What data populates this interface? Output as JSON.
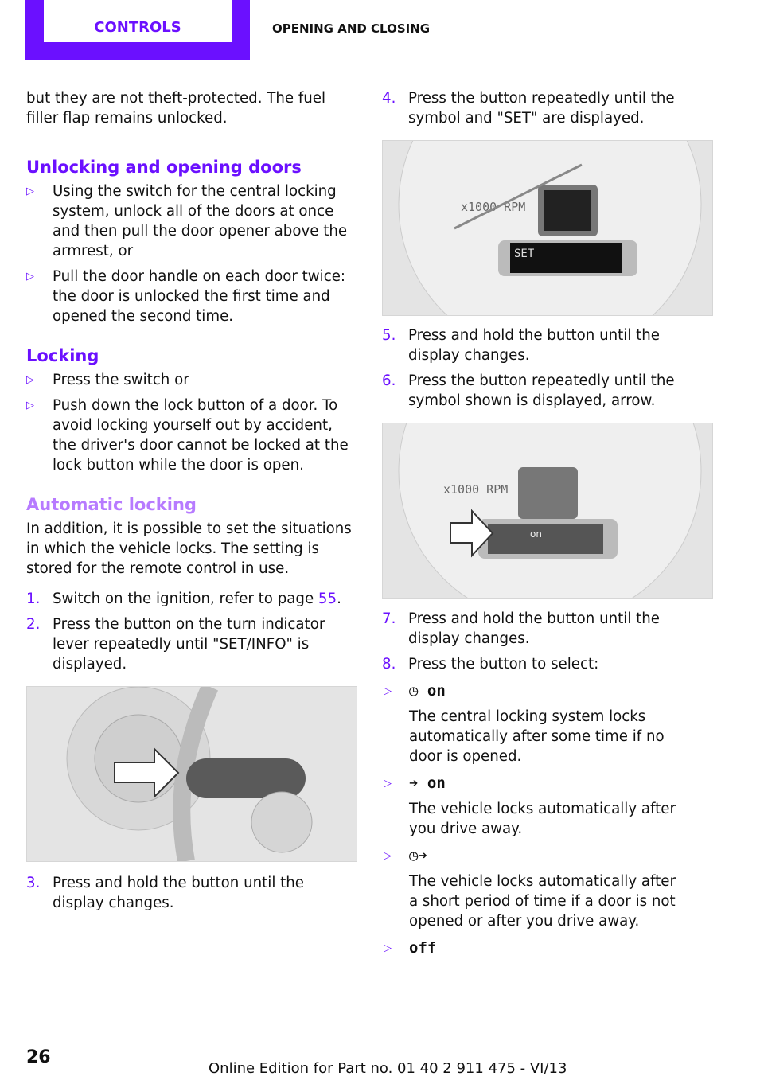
{
  "header": {
    "tab": "CONTROLS",
    "section": "OPENING AND CLOSING"
  },
  "left": {
    "intro": "but they are not theft-protected. The fuel filler flap remains unlocked.",
    "h_unlock": "Unlocking and opening doors",
    "unlock_items": [
      "Using the switch for the central locking system, unlock all of the doors at once and then pull the door opener above the armrest, or",
      "Pull the door handle on each door twice: the door is unlocked the first time and opened the second time."
    ],
    "h_lock": "Locking",
    "lock_items": [
      "Press the switch or",
      "Push down the lock button of a door. To avoid locking yourself out by accident, the driver's door cannot be locked at the lock button while the door is open."
    ],
    "h_auto": "Automatic locking",
    "auto_text": "In addition, it is possible to set the situations in which the vehicle locks. The setting is stored for the remote control in use.",
    "steps": [
      {
        "num": "1.",
        "text": "Switch on the ignition, refer to page ",
        "link": "55",
        "after": "."
      },
      {
        "num": "2.",
        "text": "Press the button on the turn indicator lever repeatedly until \"SET/INFO\" is displayed."
      },
      {
        "num": "3.",
        "text": "Press and hold the button until the display changes."
      }
    ]
  },
  "right": {
    "steps": [
      {
        "num": "4.",
        "text": "Press the button repeatedly until the symbol and \"SET\" are displayed."
      },
      {
        "num": "5.",
        "text": "Press and hold the button until the display changes."
      },
      {
        "num": "6.",
        "text": "Press the button repeatedly until the symbol shown is displayed, arrow."
      },
      {
        "num": "7.",
        "text": "Press and hold the button until the display changes."
      },
      {
        "num": "8.",
        "text": "Press the button to select:"
      }
    ],
    "display1": {
      "rpm": "x1000 RPM",
      "set": "SET"
    },
    "display2": {
      "rpm": "x1000 RPM",
      "on": "on"
    },
    "options": [
      {
        "symbol": "◷ on",
        "text": "The central locking system locks automatically after some time if no door is opened."
      },
      {
        "symbol": "➔ on",
        "text": "The vehicle locks automatically after you drive away."
      },
      {
        "symbol": "◷➔",
        "text": "The vehicle locks automatically after a short period of time if a door is not opened or after you drive away."
      },
      {
        "symbol": "off",
        "text": ""
      }
    ]
  },
  "footer": {
    "page": "26",
    "edition": "Online Edition for Part no. 01 40 2 911 475 - VI/13"
  }
}
